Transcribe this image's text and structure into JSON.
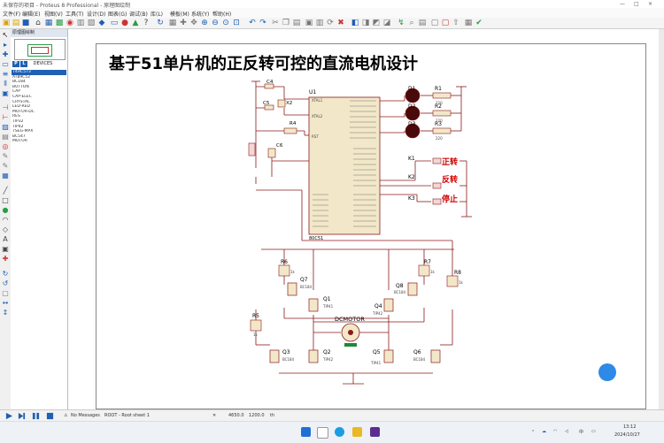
{
  "window": {
    "title": "未保存的项目 - Proteus 8 Professional - 原理图绘制",
    "controls": [
      "—",
      "□",
      "×"
    ]
  },
  "menu": [
    "文件(F)",
    "编辑(E)",
    "视图(V)",
    "工具(T)",
    "设计(D)",
    "图表(G)",
    "调试(B)",
    "库(L)",
    "模板(M)",
    "系统(Y)",
    "帮助(H)"
  ],
  "panel": {
    "tab": "原理图绘制",
    "mode_buttons": [
      "P",
      "L"
    ],
    "mode_label": "DEVICES",
    "devices": [
      "74HC573",
      "AT89C52",
      "BC184",
      "BUTTON",
      "CAP",
      "CAP-ELEC",
      "CRYSTAL",
      "LED-RED",
      "MOTOR-DC",
      "RES",
      "TIP32",
      "TIP42",
      "7SEG-MPX",
      "BC547",
      "MOTOR"
    ]
  },
  "schematic": {
    "title": "基于51单片机的正反转可控的直流电机设计",
    "labels": {
      "C4": "C4",
      "C5": "C5",
      "X2": "X2",
      "C6": "C6",
      "R4": "R4",
      "U1": "U1",
      "U1_part": "80C51",
      "D1": "D1",
      "D2": "D2",
      "D3": "D3",
      "R1": "R1",
      "R2": "R2",
      "R3": "R3",
      "r220": "220",
      "K1": "K1",
      "K2": "K2",
      "K3": "K3",
      "fwd": "正转",
      "rev": "反转",
      "stop": "停止",
      "R5": "R5",
      "R6": "R6",
      "R7": "R7",
      "R8": "R8",
      "rk": "1k",
      "Q1": "Q1",
      "Q2": "Q2",
      "Q3": "Q3",
      "Q4": "Q4",
      "Q5": "Q5",
      "Q6": "Q6",
      "Q7": "Q7",
      "Q8": "Q8",
      "tip41": "TIP41",
      "tip42": "TIP42",
      "bc184": "BC184",
      "motor": "DCMOTOR",
      "xtal1": "XTAL1",
      "xtal2": "XTAL2",
      "rst": "RST"
    }
  },
  "status": {
    "messages": "No Messages",
    "sheet": "ROOT - Root sheet 1",
    "coord_x": "4650.0",
    "coord_y": "1200.0",
    "unit": "th"
  },
  "taskbar": {
    "time": "13:12",
    "date": "2024/10/27",
    "lang": "中"
  }
}
